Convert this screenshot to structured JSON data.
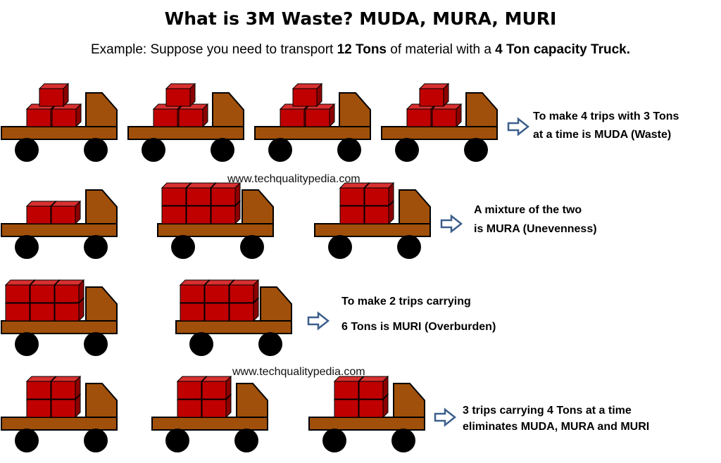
{
  "title": "What is 3M Waste? MUDA, MURA, MURI",
  "subtitle": {
    "prefix": "Example: Suppose you need to transport ",
    "bold1": "12 Tons",
    "middle": " of material with a ",
    "bold2": "4 Ton capacity Truck."
  },
  "watermarks": [
    "www.techqualitypedia.com",
    "www.techqualitypedia.com"
  ],
  "colors": {
    "truck": "#a0500a",
    "truck_outline": "#000000",
    "box_front": "#c00000",
    "box_top": "#d83030",
    "box_side": "#8c0000",
    "wheel": "#000000",
    "arrow": "#3c5f8c"
  },
  "rows": [
    {
      "name": "muda",
      "trucks": [
        3,
        3,
        3,
        3
      ],
      "caption": [
        "To make 4 trips with 3 Tons",
        "at a time is MUDA (Waste)"
      ]
    },
    {
      "name": "mura",
      "trucks": [
        2,
        6,
        4
      ],
      "caption": [
        "A mixture of the two",
        "is MURA (Unevenness)"
      ]
    },
    {
      "name": "muri",
      "trucks": [
        6,
        6
      ],
      "caption": [
        "To make 2 trips carrying",
        "6 Tons is MURI (Overburden)"
      ]
    },
    {
      "name": "ideal",
      "trucks": [
        4,
        4,
        4
      ],
      "caption": [
        "3 trips carrying 4 Tons at  a time",
        "eliminates MUDA, MURA and MURI"
      ]
    }
  ]
}
